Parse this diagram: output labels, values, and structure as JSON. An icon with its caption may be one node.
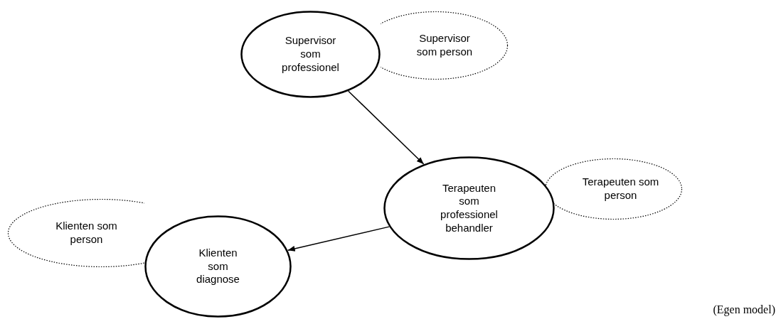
{
  "diagram": {
    "nodes": [
      {
        "text": [
          "Supervisor som professionel"
        ]
      },
      {
        "text": [
          "Supervisor som person"
        ]
      },
      {
        "text": [
          "Terapeuten som professionel behandler"
        ]
      },
      {
        "text": [
          "Terapeuten som person"
        ]
      },
      {
        "text": [
          "Klienten som person"
        ]
      },
      {
        "text": [
          "Klienten som diagnose"
        ]
      }
    ],
    "edges": [
      {
        "from": 0,
        "to": 2,
        "arrow": "to"
      },
      {
        "from": 2,
        "to": 5,
        "arrow": "to"
      }
    ],
    "labels": [
      "(Egen model)"
    ]
  }
}
